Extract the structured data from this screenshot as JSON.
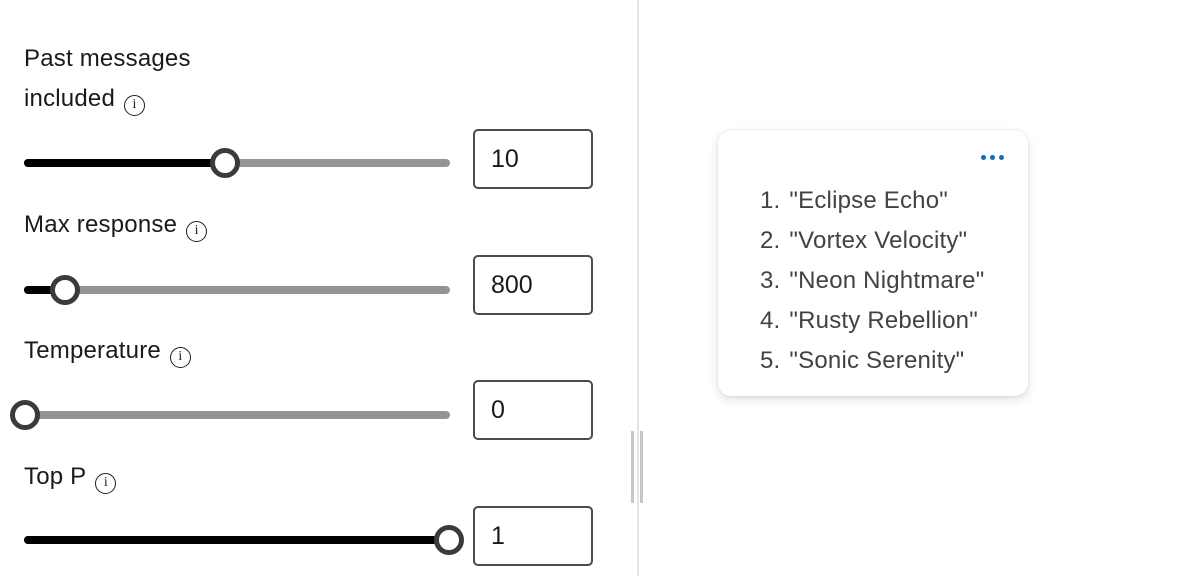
{
  "colors": {
    "accent_blue": "#0f6cbd",
    "slider_fill": "#000000",
    "slider_rest": "#949494",
    "label_text": "#1a1a1a",
    "card_text": "#424242"
  },
  "icons": {
    "info_glyph": "i",
    "ellipsis": "more-options-ellipsis"
  },
  "settings_panel": {
    "groups": [
      {
        "label": "Past messages included",
        "value": "10",
        "fill_pct": 47.2
      },
      {
        "label": "Max response",
        "value": "800",
        "fill_pct": 9.6
      },
      {
        "label": "Temperature",
        "value": "0",
        "fill_pct": 0.2
      },
      {
        "label": "Top P",
        "value": "1",
        "fill_pct": 99.8
      }
    ]
  },
  "assistant_card": {
    "items": [
      {
        "num": "1.",
        "title": "\"Eclipse Echo\""
      },
      {
        "num": "2.",
        "title": "\"Vortex Velocity\""
      },
      {
        "num": "3.",
        "title": "\"Neon Nightmare\""
      },
      {
        "num": "4.",
        "title": "\"Rusty Rebellion\""
      },
      {
        "num": "5.",
        "title": "\"Sonic Serenity\""
      }
    ]
  }
}
